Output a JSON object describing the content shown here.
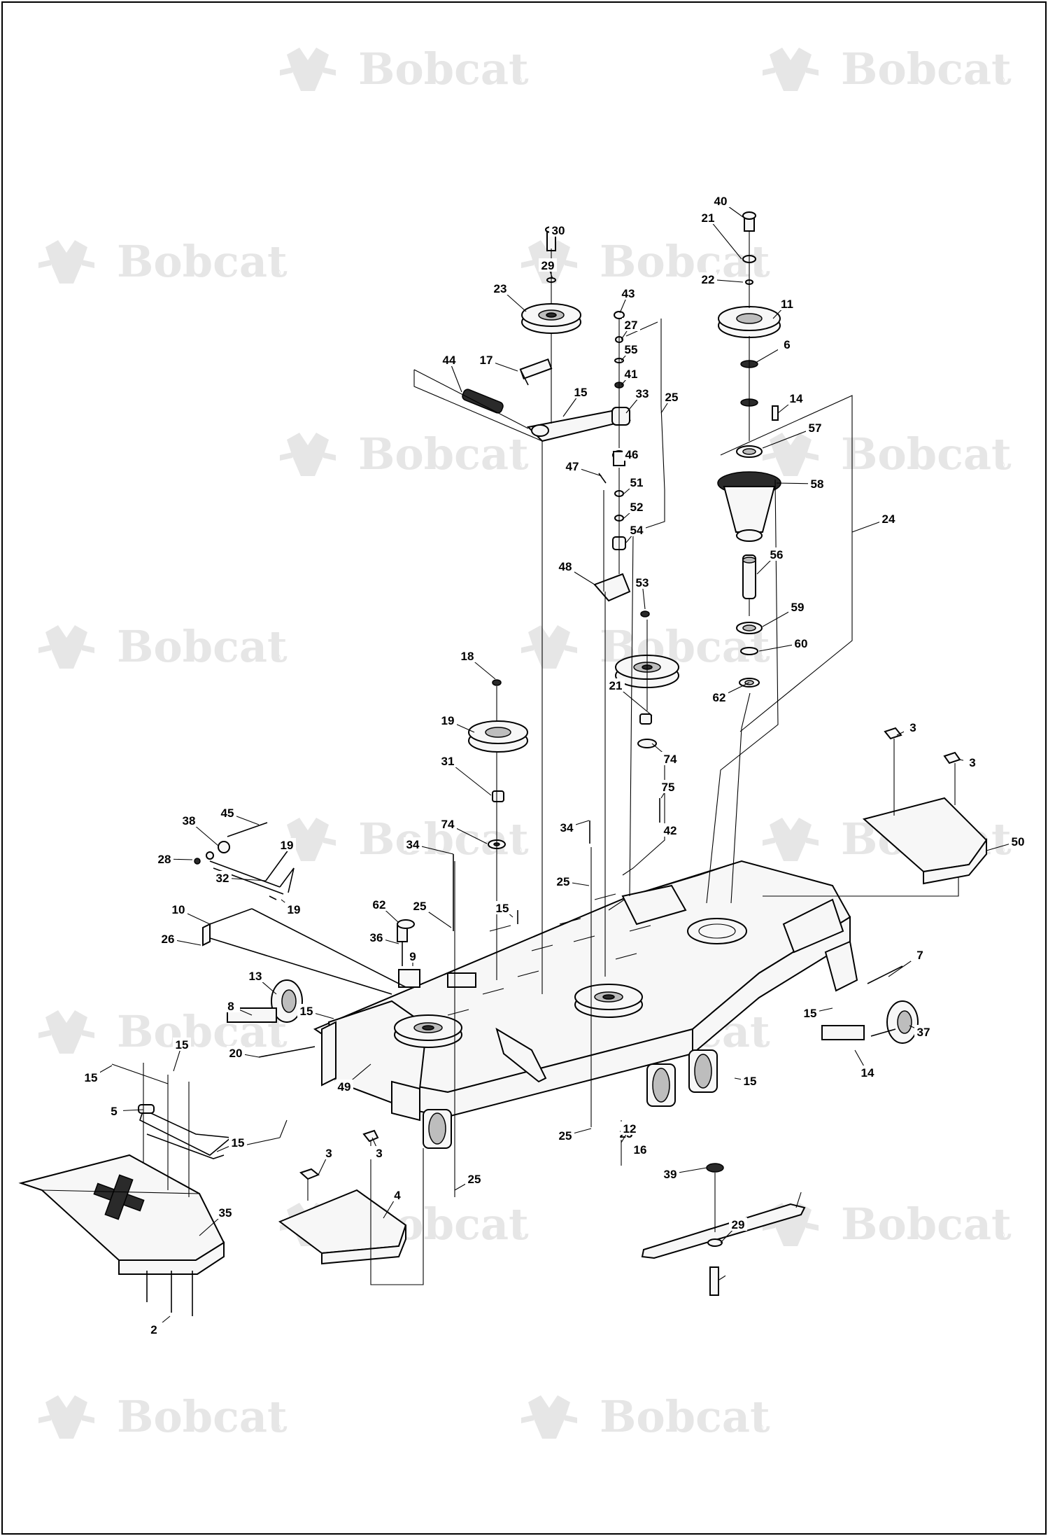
{
  "watermark": {
    "brand": "Bobcat",
    "mark": "®"
  },
  "callouts": [
    "30",
    "29",
    "23",
    "43",
    "27",
    "55",
    "41",
    "33",
    "25",
    "44",
    "17",
    "15",
    "40",
    "21",
    "22",
    "11",
    "6",
    "14",
    "57",
    "58",
    "24",
    "47",
    "46",
    "51",
    "52",
    "54",
    "48",
    "53",
    "56",
    "59",
    "60",
    "62",
    "18",
    "19",
    "31",
    "74",
    "75",
    "42",
    "34",
    "45",
    "38",
    "28",
    "32",
    "10",
    "26",
    "36",
    "9",
    "13",
    "8",
    "20",
    "49",
    "5",
    "35",
    "2",
    "4",
    "3",
    "50",
    "7",
    "37",
    "12",
    "39",
    "16"
  ],
  "colors": {
    "line": "#000000",
    "watermark": "#e6e6e6",
    "background": "#ffffff"
  }
}
